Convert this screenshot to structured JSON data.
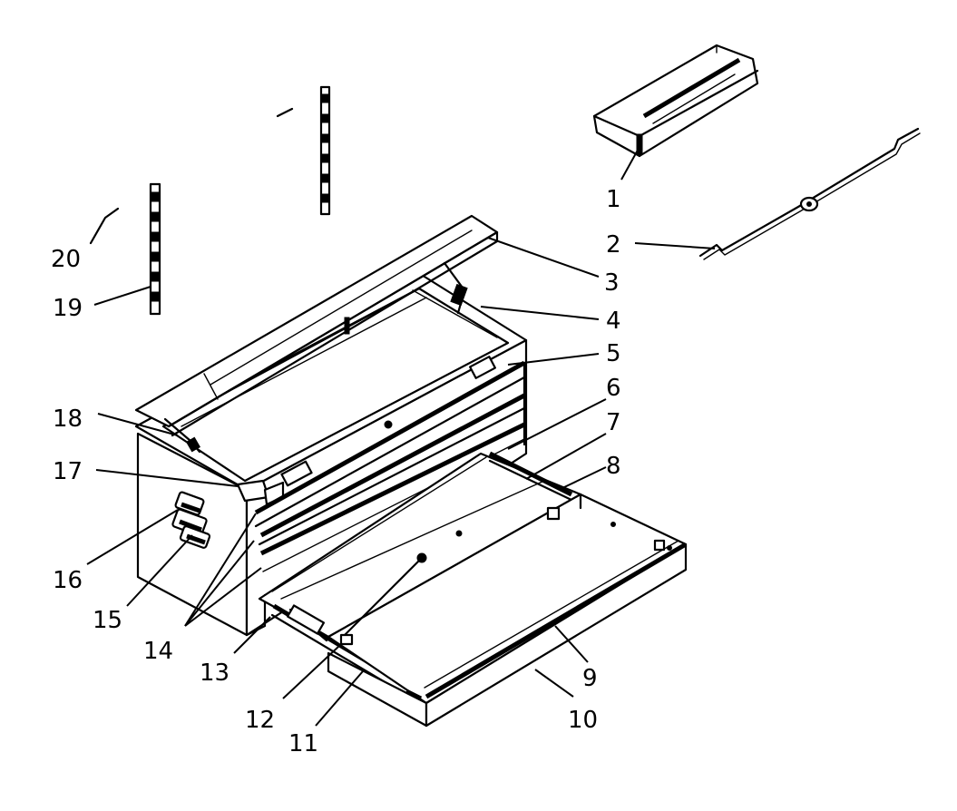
{
  "callouts": [
    {
      "id": "1",
      "text": "1"
    },
    {
      "id": "2",
      "text": "2"
    },
    {
      "id": "3",
      "text": "3"
    },
    {
      "id": "4",
      "text": "4"
    },
    {
      "id": "5",
      "text": "5"
    },
    {
      "id": "6",
      "text": "6"
    },
    {
      "id": "7",
      "text": "7"
    },
    {
      "id": "8",
      "text": "8"
    },
    {
      "id": "9",
      "text": "9"
    },
    {
      "id": "10",
      "text": "10"
    },
    {
      "id": "11",
      "text": "11"
    },
    {
      "id": "12",
      "text": "12"
    },
    {
      "id": "13",
      "text": "13"
    },
    {
      "id": "14",
      "text": "14"
    },
    {
      "id": "15",
      "text": "15"
    },
    {
      "id": "16",
      "text": "16"
    },
    {
      "id": "17",
      "text": "17"
    },
    {
      "id": "18",
      "text": "18"
    },
    {
      "id": "19",
      "text": "19"
    },
    {
      "id": "20",
      "text": "20"
    }
  ],
  "colors": {
    "line": "#000000",
    "background": "#ffffff"
  }
}
